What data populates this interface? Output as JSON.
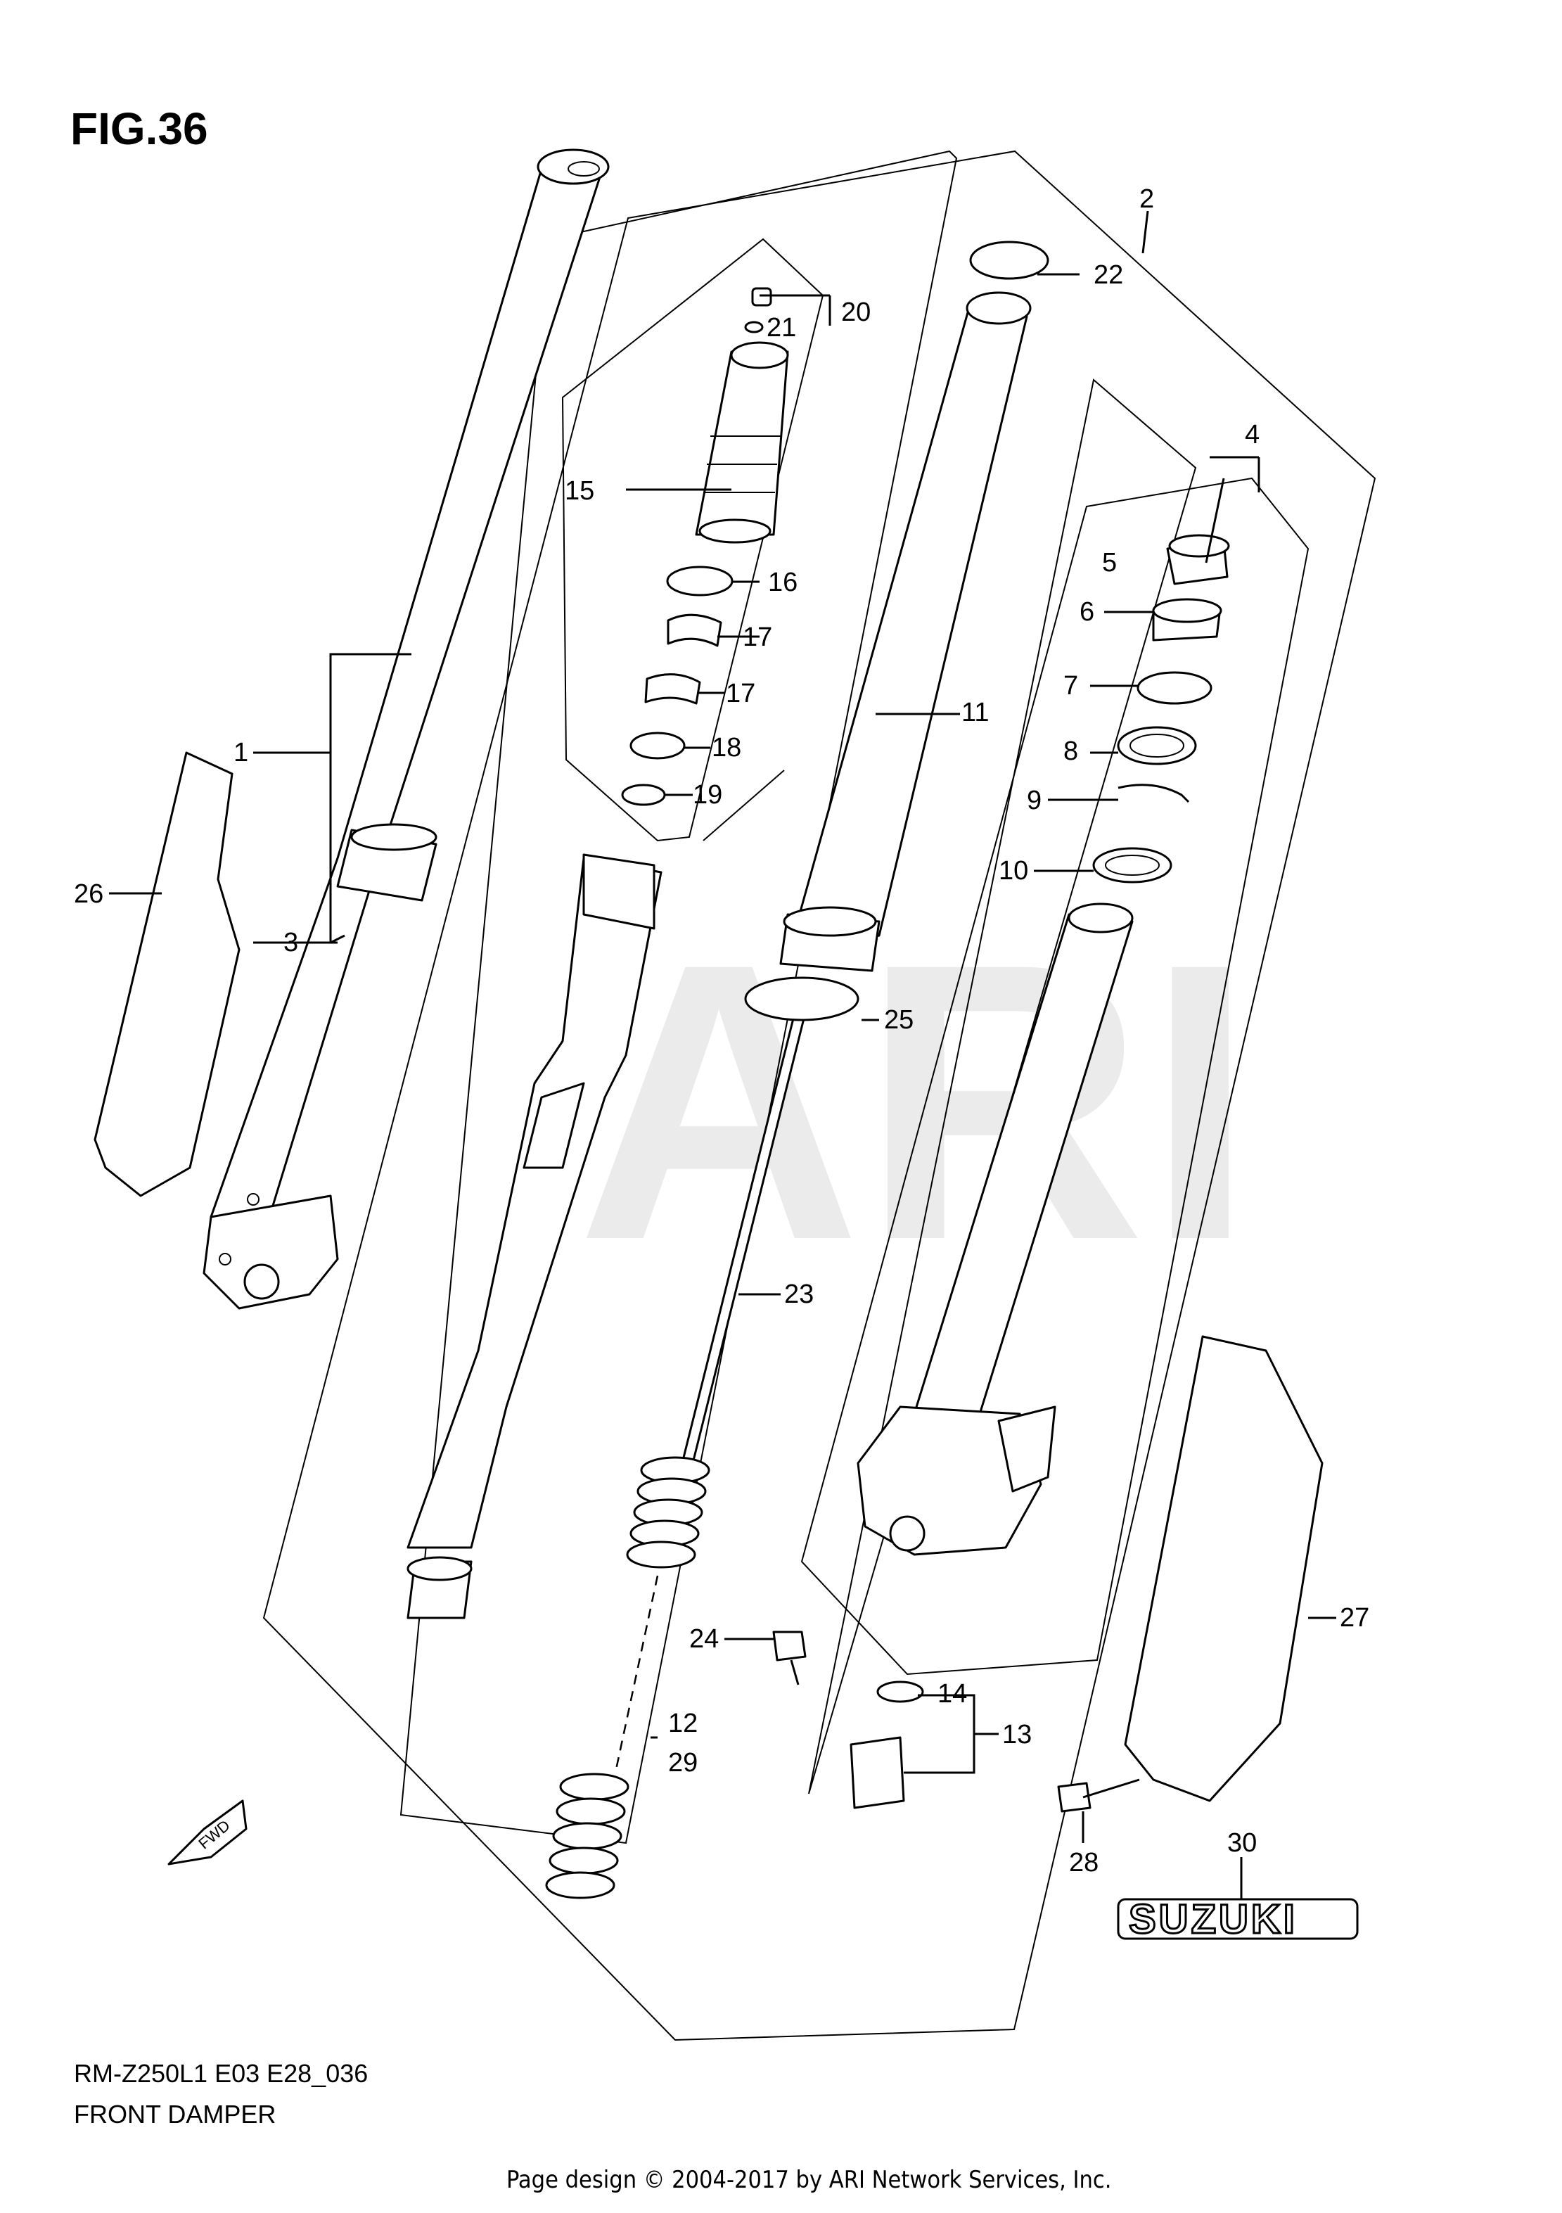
{
  "figure": {
    "title": "FIG.36",
    "model_code": "RM-Z250L1  E03  E28_036",
    "caption": "FRONT DAMPER",
    "watermark": "ARI",
    "brand_decal_text": "SUZUKI",
    "fwd_label": "FWD"
  },
  "callouts": {
    "c1": "1",
    "c2": "2",
    "c3": "3",
    "c4": "4",
    "c5": "5",
    "c6": "6",
    "c7": "7",
    "c8": "8",
    "c9": "9",
    "c10": "10",
    "c11": "11",
    "c12": "12",
    "c13": "13",
    "c14": "14",
    "c15": "15",
    "c16": "16",
    "c17a": "17",
    "c17b": "17",
    "c18": "18",
    "c19": "19",
    "c20": "20",
    "c21": "21",
    "c22": "22",
    "c23": "23",
    "c24": "24",
    "c25": "25",
    "c26": "26",
    "c27": "27",
    "c28": "28",
    "c29": "29",
    "c30": "30"
  },
  "footer": {
    "copyright": "Page design © 2004-2017 by ARI Network Services, Inc."
  }
}
